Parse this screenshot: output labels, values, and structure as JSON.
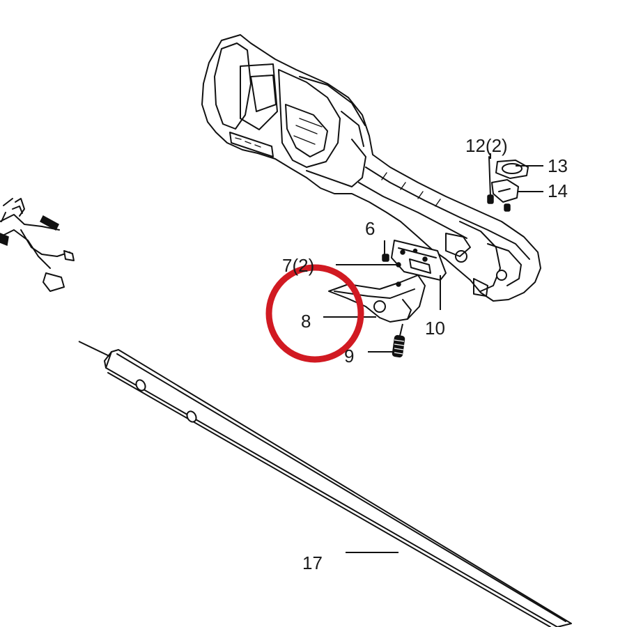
{
  "parts": {
    "p6": {
      "label": "6"
    },
    "p7": {
      "label": "7(2)"
    },
    "p8": {
      "label": "8"
    },
    "p9": {
      "label": "9"
    },
    "p10": {
      "label": "10"
    },
    "p12": {
      "label": "12(2)"
    },
    "p13": {
      "label": "13"
    },
    "p14": {
      "label": "14"
    },
    "p17": {
      "label": "17"
    }
  },
  "highlight": {
    "target": "8",
    "color": "#d11a22"
  },
  "icons": [
    "housing-icon",
    "wiring-harness-icon",
    "shaft-tube-icon",
    "trigger-icon",
    "switch-icon",
    "spring-icon",
    "screw-icon",
    "button-icon"
  ]
}
